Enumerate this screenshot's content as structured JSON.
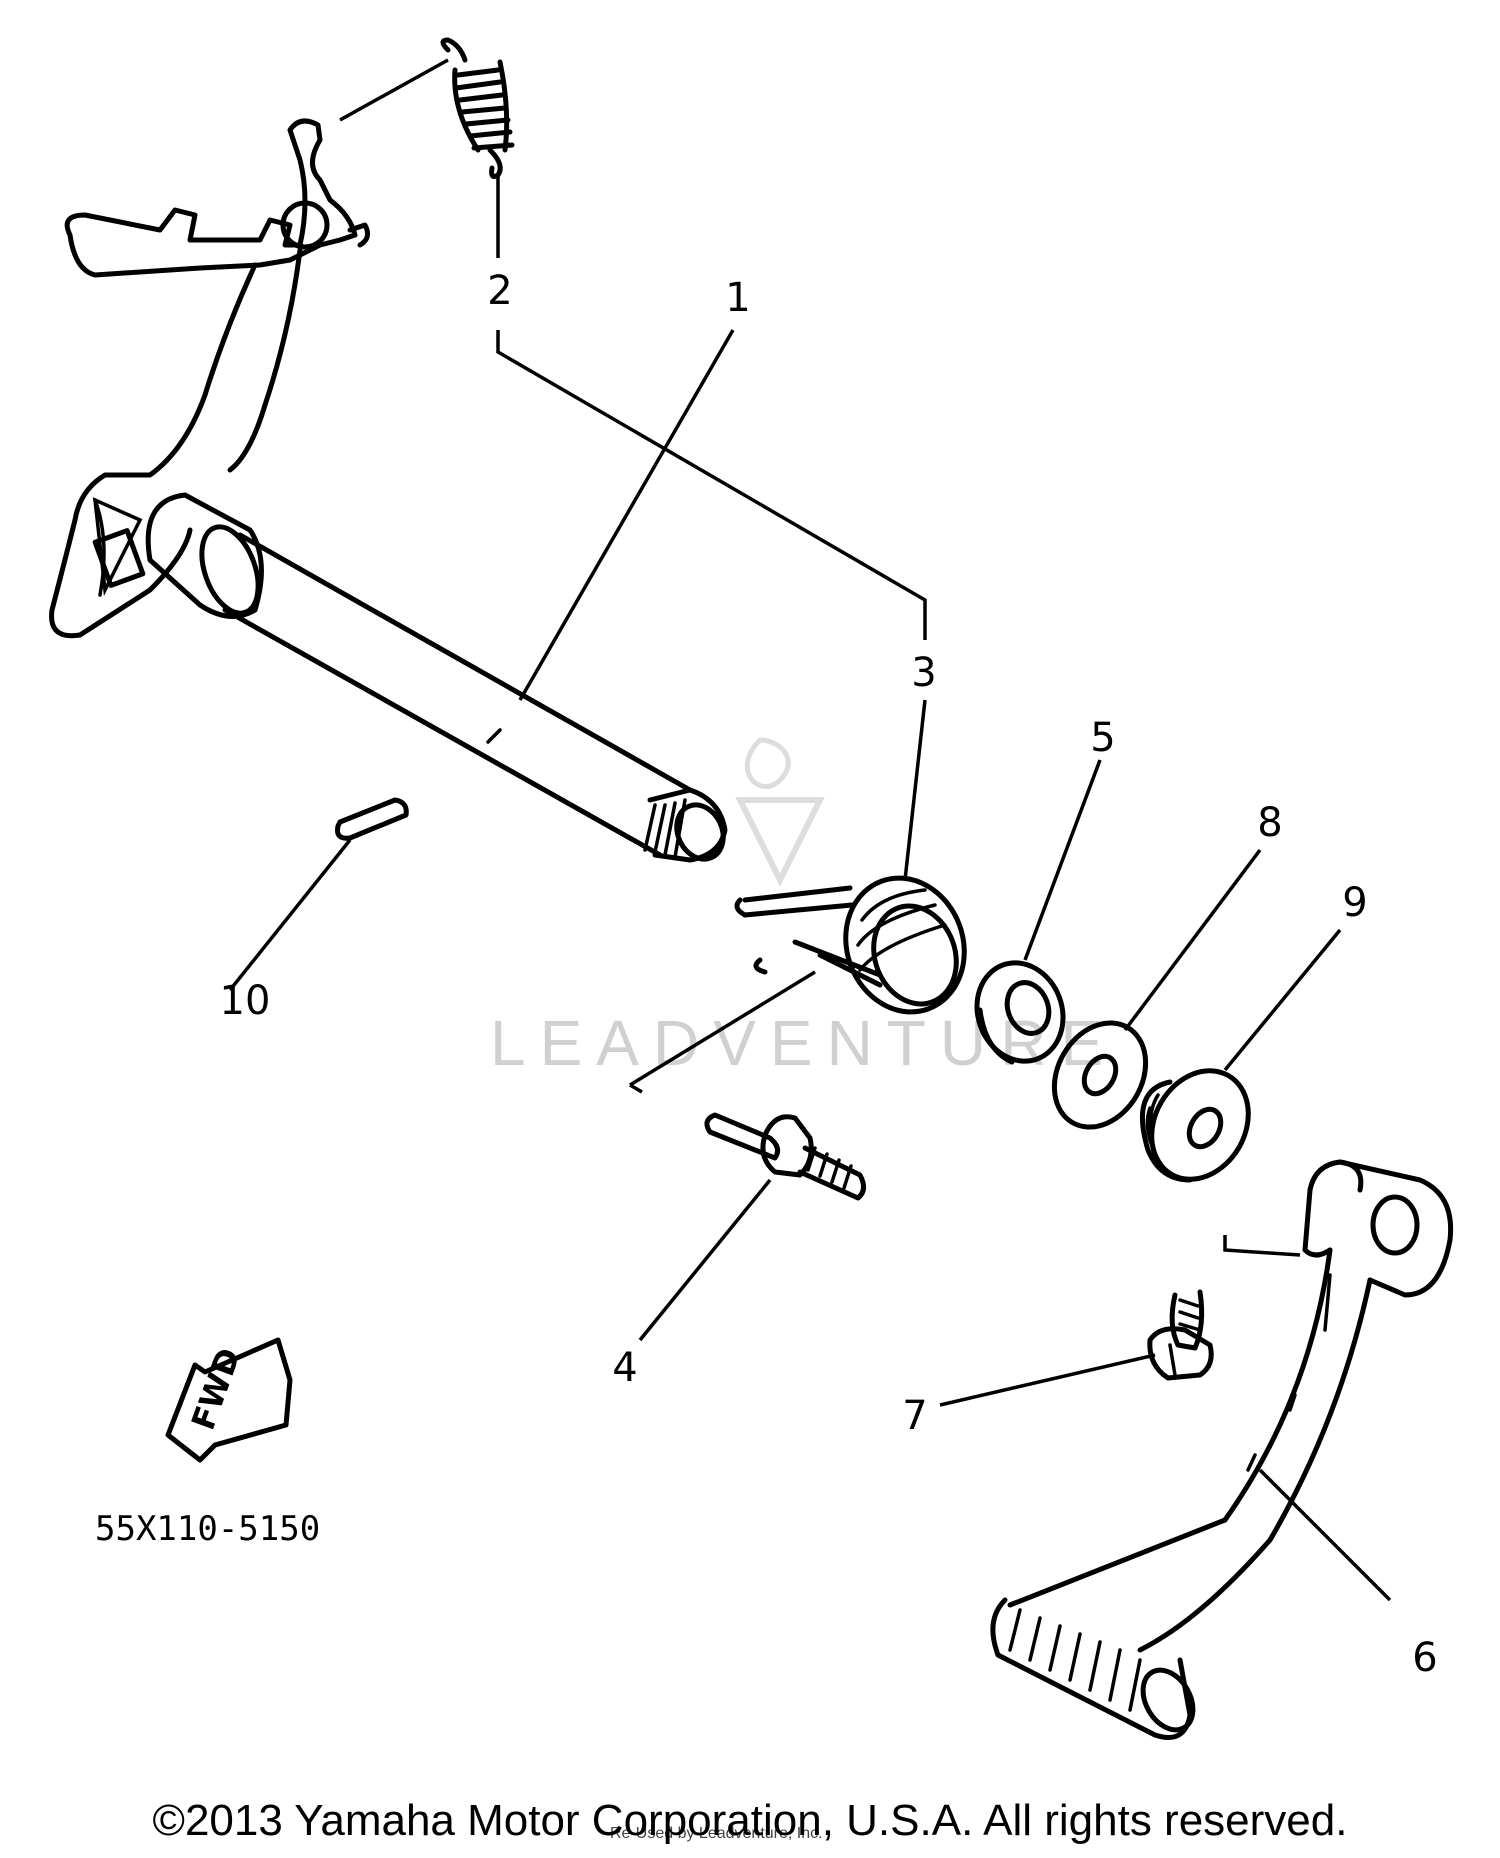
{
  "diagram": {
    "part_code": "55X110-5150",
    "fwd_label": "FWD",
    "callouts": [
      {
        "id": "1",
        "label": "1"
      },
      {
        "id": "2",
        "label": "2"
      },
      {
        "id": "3",
        "label": "3"
      },
      {
        "id": "4",
        "label": "4"
      },
      {
        "id": "5",
        "label": "5"
      },
      {
        "id": "6",
        "label": "6"
      },
      {
        "id": "7",
        "label": "7"
      },
      {
        "id": "8",
        "label": "8"
      },
      {
        "id": "9",
        "label": "9"
      },
      {
        "id": "10",
        "label": "10"
      }
    ]
  },
  "watermark": {
    "brand": "LEADVENTURE",
    "credit": "Re-Used by Leadventure, Inc."
  },
  "footer": {
    "copyright": "©2013 Yamaha Motor Corporation, U.S.A. All rights reserved."
  }
}
